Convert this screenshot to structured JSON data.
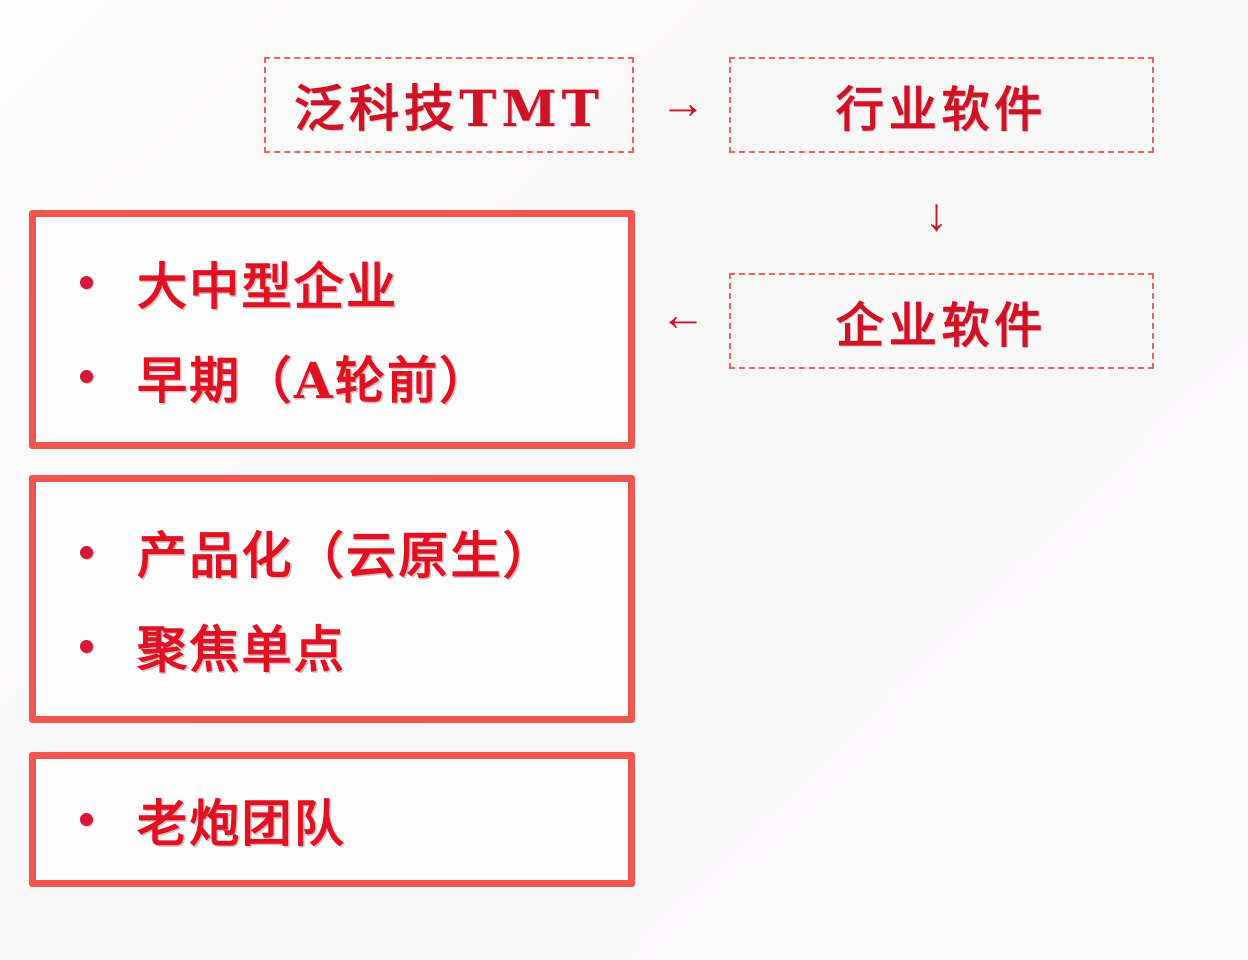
{
  "diagram": {
    "title_flow": {
      "tmt": {
        "label": "泛科技TMT",
        "border_style": "dashed",
        "color": "#cf1225"
      },
      "industry_software": {
        "label": "行业软件",
        "border_style": "dashed",
        "color": "#cf1225"
      },
      "enterprise_software": {
        "label": "企业软件",
        "border_style": "dashed",
        "color": "#cf1225"
      }
    },
    "arrows": {
      "right": "→",
      "down": "↓",
      "left": "←",
      "color": "#c81428"
    },
    "criteria_boxes": [
      {
        "name": "company-stage",
        "border_color": "#f2544f",
        "items": [
          {
            "text": "大中型企业"
          },
          {
            "text": "早期（A轮前）"
          }
        ]
      },
      {
        "name": "product-focus",
        "border_color": "#f2544f",
        "items": [
          {
            "text": "产品化（云原生）"
          },
          {
            "text": "聚焦单点"
          }
        ]
      },
      {
        "name": "team",
        "border_color": "#f2544f",
        "items": [
          {
            "text": "老炮团队"
          }
        ]
      }
    ]
  }
}
